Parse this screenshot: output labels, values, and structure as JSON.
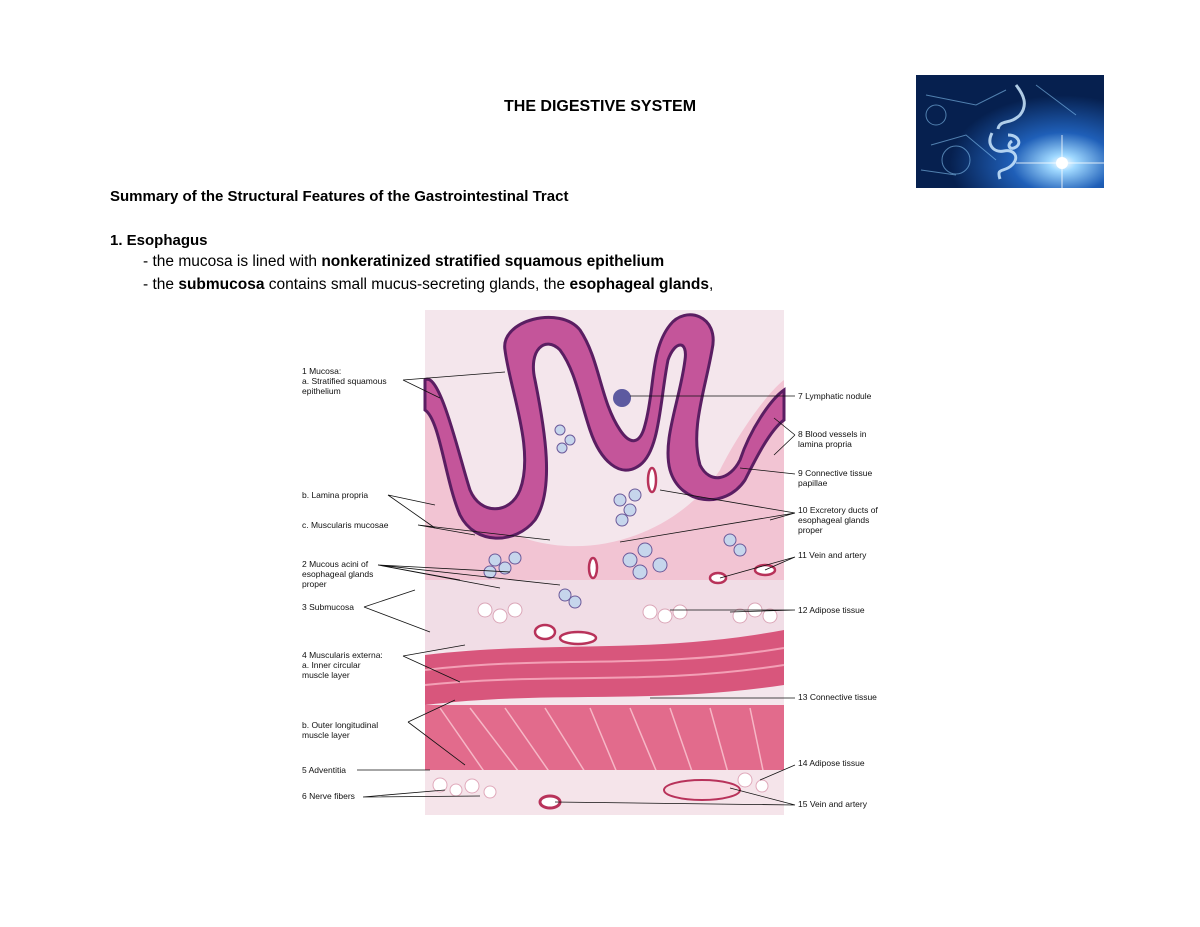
{
  "document": {
    "title": "THE DIGESTIVE SYSTEM",
    "section_title": "Summary of the Structural Features of the Gastrointestinal Tract",
    "subsection_title": "1. Esophagus",
    "bullets": [
      {
        "parts": [
          {
            "text": "-  the mucosa is lined with ",
            "bold": false
          },
          {
            "text": "nonkeratinized stratified squamous epithelium",
            "bold": true
          }
        ]
      },
      {
        "parts": [
          {
            "text": "- the ",
            "bold": false
          },
          {
            "text": "submucosa",
            "bold": true
          },
          {
            "text": " contains small mucus-secreting glands, the ",
            "bold": false
          },
          {
            "text": "esophageal glands",
            "bold": true
          },
          {
            "text": ",",
            "bold": false
          }
        ]
      }
    ]
  },
  "colors": {
    "epithelium": "#c4559a",
    "epithelium_edge": "#5a1e62",
    "lamina": "#f2c4d3",
    "submucosa": "#f1dde6",
    "muscle": "#d8567c",
    "muscle_light": "#ea8fa8",
    "gland": "#c6d6ec",
    "banner_bg": "#0a2a66"
  },
  "figure": {
    "left_labels": [
      {
        "id": "l1a",
        "lines": [
          "1  Mucosa:",
          "a. Stratified squamous",
          "    epithelium"
        ]
      },
      {
        "id": "l1b",
        "lines": [
          "b. Lamina propria"
        ]
      },
      {
        "id": "l1c",
        "lines": [
          "c. Muscularis mucosae"
        ]
      },
      {
        "id": "l2",
        "lines": [
          "2  Mucous acini of",
          "    esophageal glands",
          "    proper"
        ]
      },
      {
        "id": "l3",
        "lines": [
          "3  Submucosa"
        ]
      },
      {
        "id": "l4a",
        "lines": [
          "4  Muscularis externa:",
          "a. Inner circular",
          "    muscle layer"
        ]
      },
      {
        "id": "l4b",
        "lines": [
          "b. Outer longitudinal",
          "    muscle layer"
        ]
      },
      {
        "id": "l5",
        "lines": [
          "5  Adventitia"
        ]
      },
      {
        "id": "l6",
        "lines": [
          "6  Nerve fibers"
        ]
      }
    ],
    "right_labels": [
      {
        "id": "r7",
        "lines": [
          "7  Lymphatic nodule"
        ]
      },
      {
        "id": "r8",
        "lines": [
          "8  Blood vessels in",
          "    lamina propria"
        ]
      },
      {
        "id": "r9",
        "lines": [
          "9  Connective tissue",
          "    papillae"
        ]
      },
      {
        "id": "r10",
        "lines": [
          "10  Excretory ducts of",
          "      esophageal glands",
          "      proper"
        ]
      },
      {
        "id": "r11",
        "lines": [
          "11  Vein and artery"
        ]
      },
      {
        "id": "r12",
        "lines": [
          "12  Adipose tissue"
        ]
      },
      {
        "id": "r13",
        "lines": [
          "13  Connective tissue"
        ]
      },
      {
        "id": "r14",
        "lines": [
          "14  Adipose tissue"
        ]
      },
      {
        "id": "r15",
        "lines": [
          "15  Vein and artery"
        ]
      }
    ]
  }
}
